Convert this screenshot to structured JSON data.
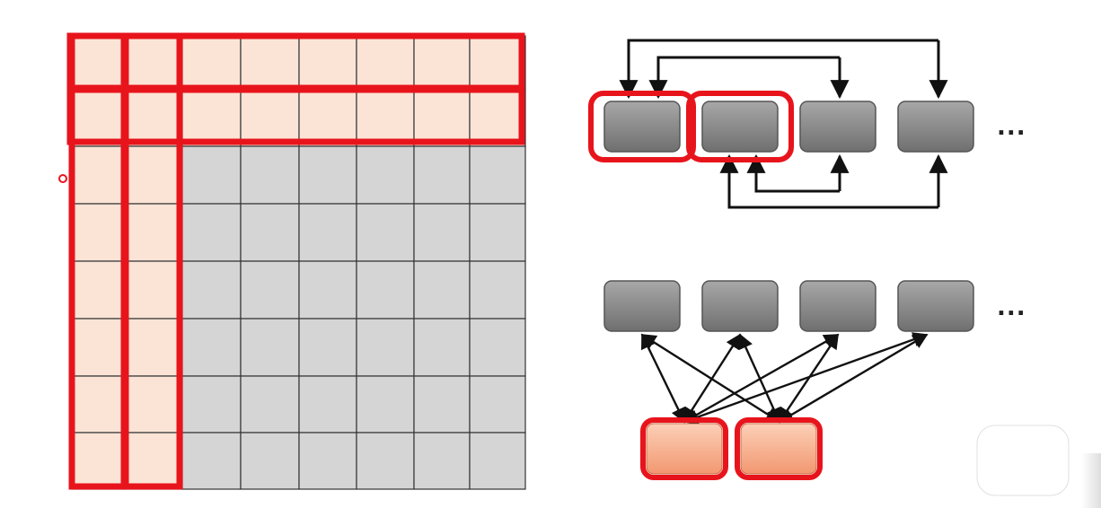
{
  "colors": {
    "highlight_cell": "#fbe4d6",
    "plain_cell": "#d5d5d5",
    "grid_line": "#333333",
    "red": "#e8141c",
    "node_dark": "#7a7a7a",
    "node_light": "#a3a3a3",
    "node_orange_light": "#fbc3a6",
    "node_orange_dark": "#f09a74",
    "arrow": "#111111"
  },
  "matrix": {
    "rows": 8,
    "cols": 8,
    "highlighted_rows": [
      0,
      1
    ],
    "highlighted_cols": [
      0,
      1
    ]
  },
  "top_diagram": {
    "nodes": 4,
    "highlighted_nodes": [
      0,
      1
    ],
    "ellipsis": "..."
  },
  "bottom_diagram": {
    "upper_nodes": 4,
    "lower_nodes": 2,
    "ellipsis": "..."
  },
  "icons": {
    "watermark": "bilibili-tv-play-icon",
    "cursor": "cursor-ring-icon"
  }
}
